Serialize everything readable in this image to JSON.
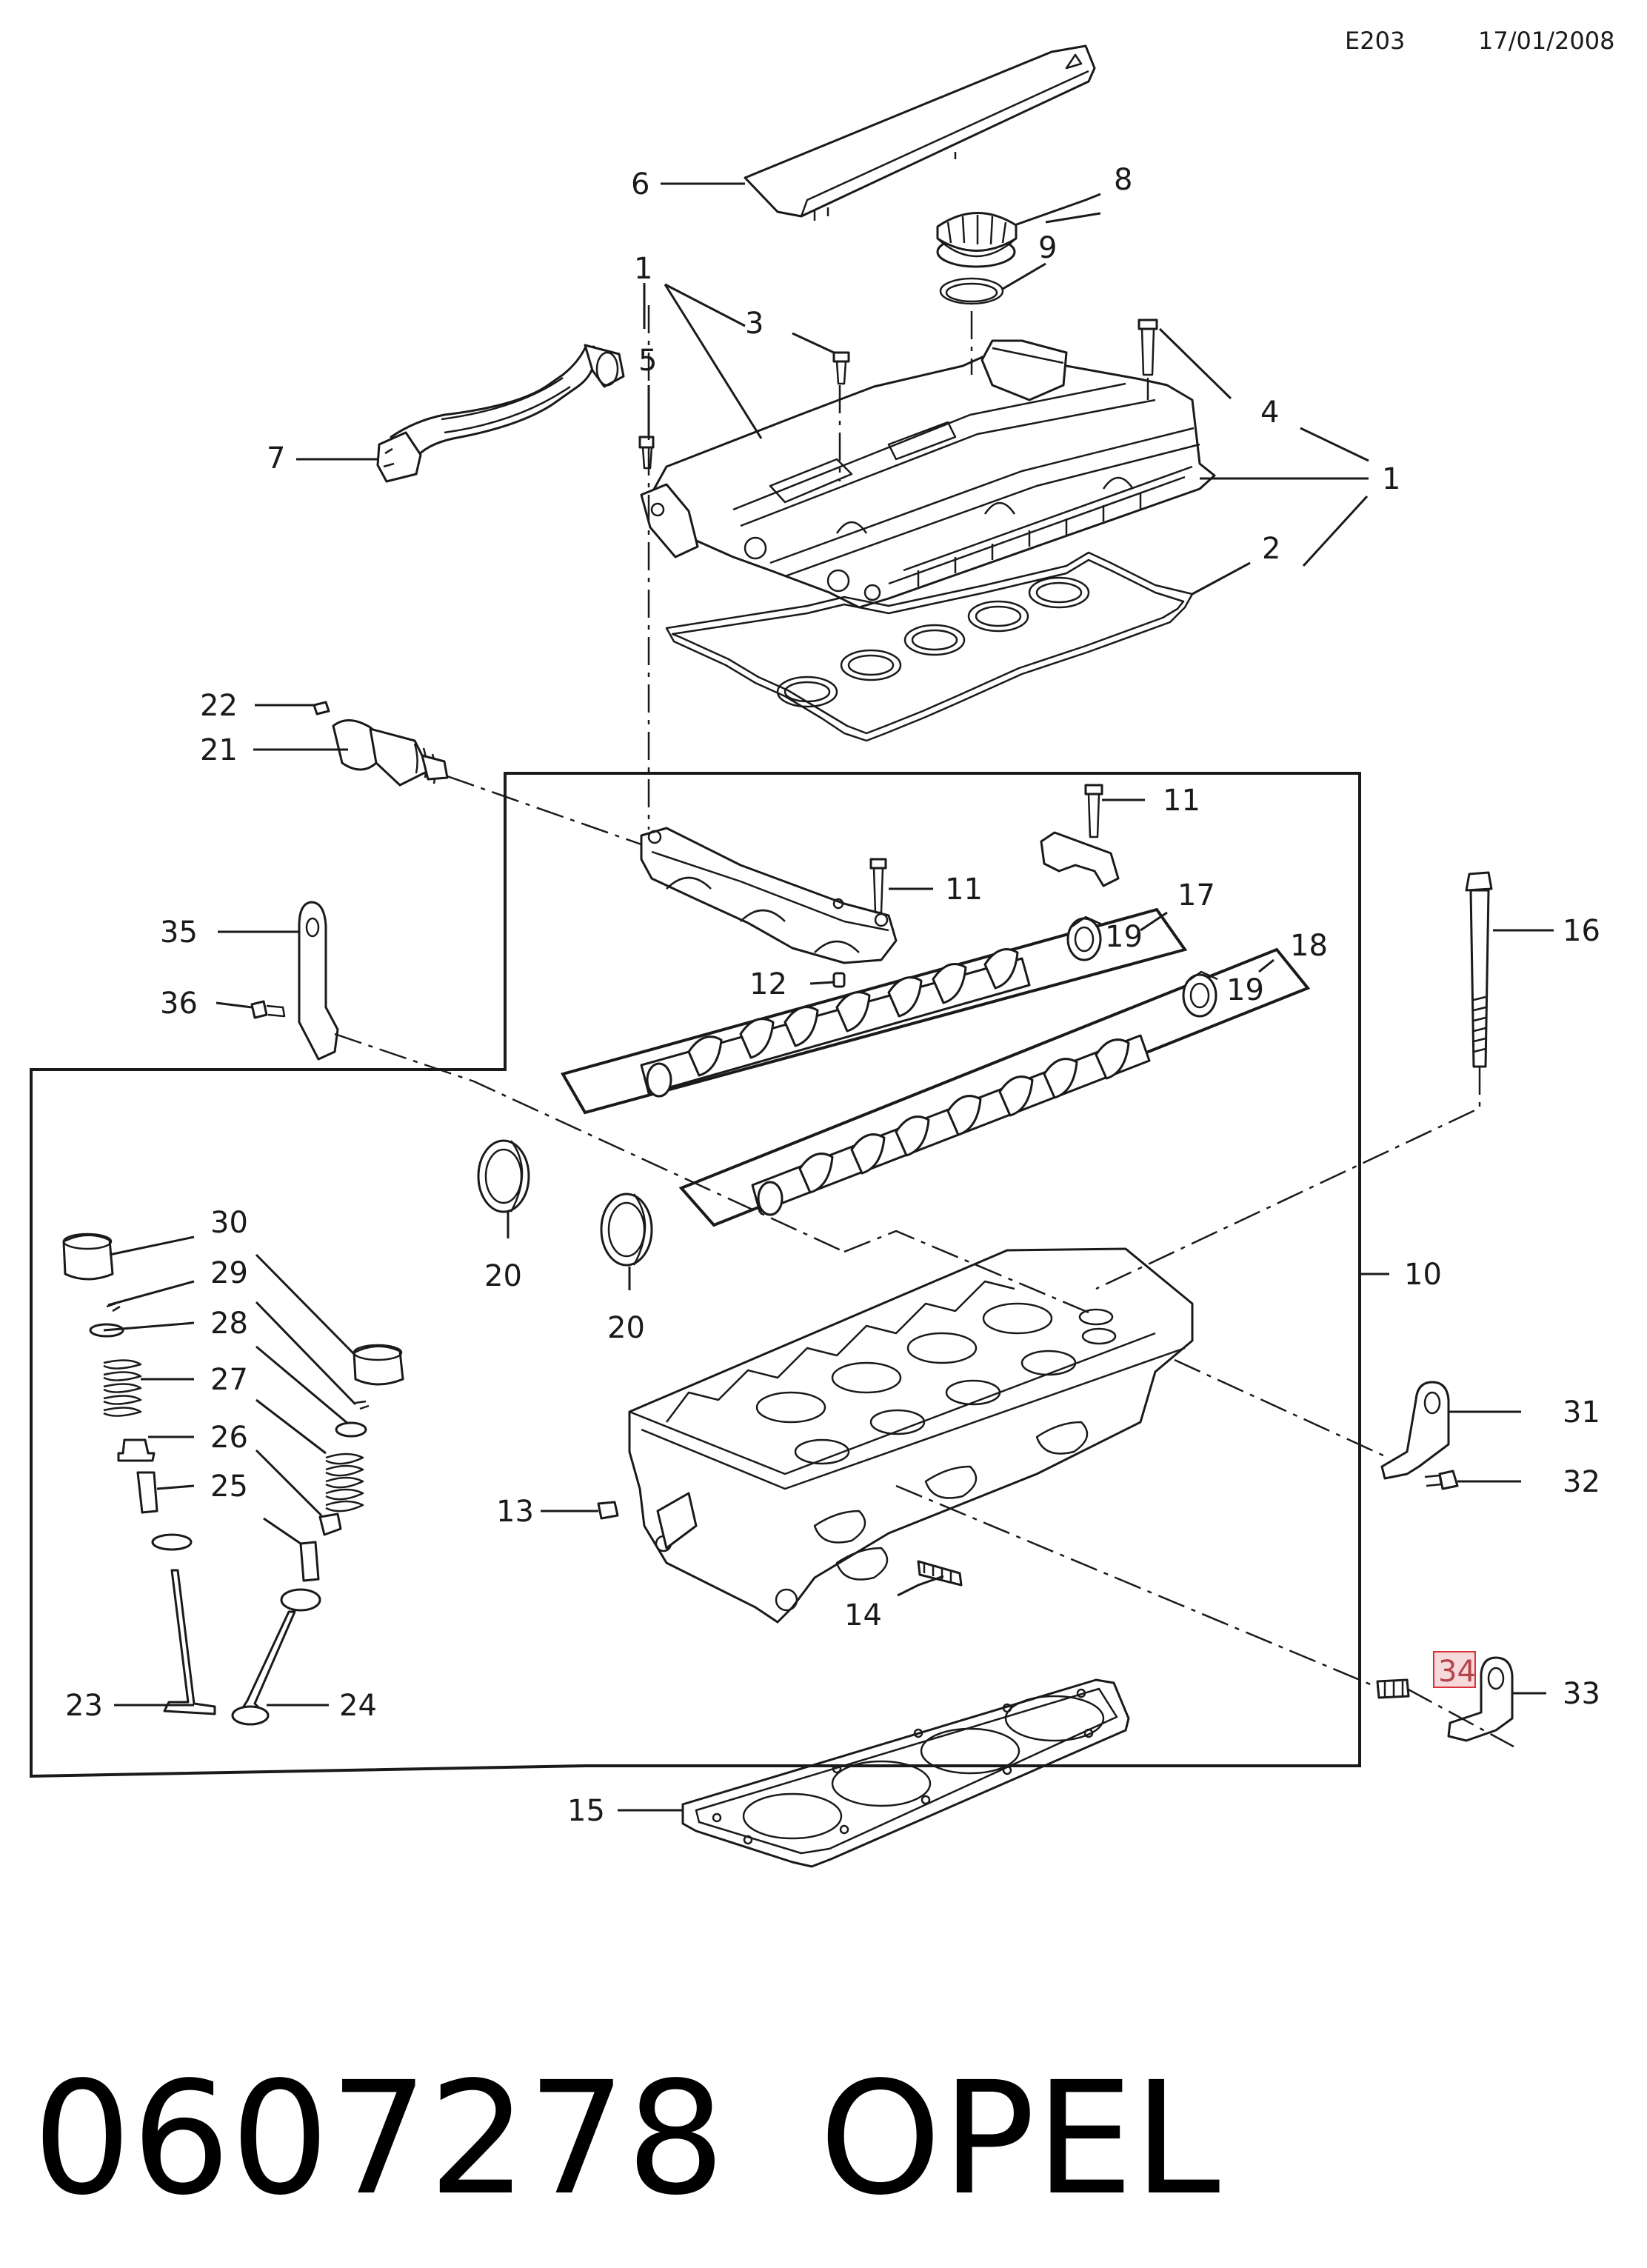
{
  "header": {
    "code": "E203",
    "date": "17/01/2008"
  },
  "footer": {
    "part_number": "0607278",
    "brand": "OPEL"
  },
  "callouts": {
    "c1a": "1",
    "c1b": "1",
    "c2": "2",
    "c3": "3",
    "c4": "4",
    "c5": "5",
    "c6": "6",
    "c7": "7",
    "c8": "8",
    "c9": "9",
    "c10": "10",
    "c11a": "11",
    "c11b": "11",
    "c12": "12",
    "c13": "13",
    "c14": "14",
    "c15": "15",
    "c16": "16",
    "c17": "17",
    "c18": "18",
    "c19a": "19",
    "c19b": "19",
    "c20a": "20",
    "c20b": "20",
    "c21": "21",
    "c22": "22",
    "c23": "23",
    "c24": "24",
    "c25": "25",
    "c26": "26",
    "c27": "27",
    "c28": "28",
    "c29": "29",
    "c30": "30",
    "c31": "31",
    "c32": "32",
    "c33": "33",
    "c34": "34",
    "c35": "35",
    "c36": "36"
  },
  "colors": {
    "line": "#1a1a1a",
    "highlight_border": "#d9323a",
    "highlight_fill": "#f6d9da",
    "text_big": "#000000"
  }
}
